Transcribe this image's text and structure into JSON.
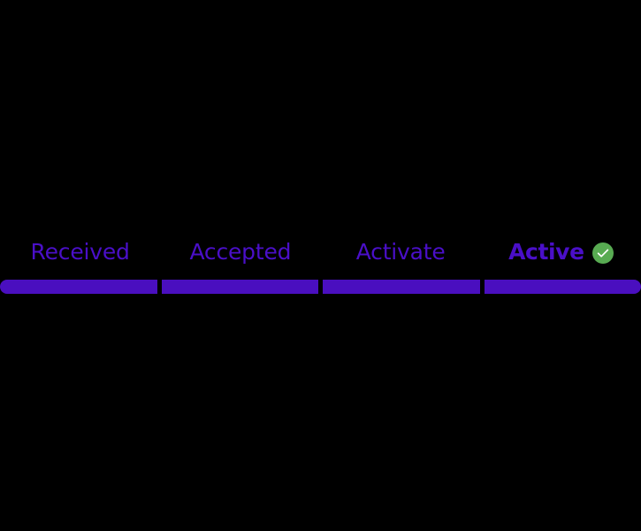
{
  "theme": {
    "background": "#000000",
    "accent_purple": "#4a0fbf",
    "label_purple": "#4a0fc8",
    "success_green": "#58ab52",
    "check_mark": "#ffffff"
  },
  "stepper": {
    "steps": [
      {
        "label": "Received",
        "state": "complete",
        "current": false,
        "badge": null
      },
      {
        "label": "Accepted",
        "state": "complete",
        "current": false,
        "badge": null
      },
      {
        "label": "Activate",
        "state": "complete",
        "current": false,
        "badge": null
      },
      {
        "label": "Active",
        "state": "complete",
        "current": true,
        "badge": "check-circle-icon"
      }
    ],
    "progress_percent": 100,
    "segment_count": 4
  }
}
